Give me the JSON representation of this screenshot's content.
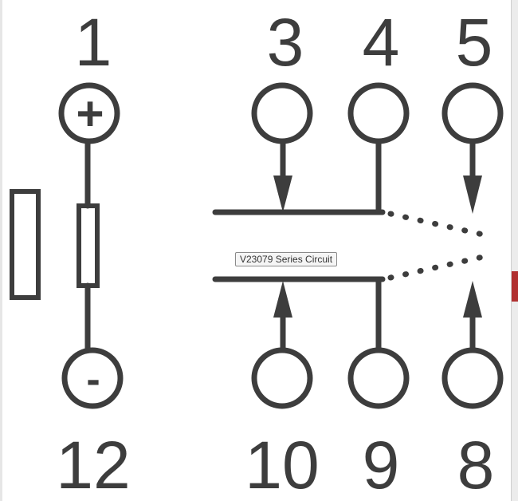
{
  "tooltip": {
    "text": "V23079 Series Circuit"
  },
  "pins": {
    "top": [
      "1",
      "3",
      "4",
      "5"
    ],
    "bottom": [
      "12",
      "10",
      "9",
      "8"
    ]
  },
  "symbols": {
    "plus": "+",
    "minus": "-"
  },
  "colors": {
    "stroke": "#3d3d3d",
    "background": "#ffffff",
    "accent": "#b03030"
  }
}
